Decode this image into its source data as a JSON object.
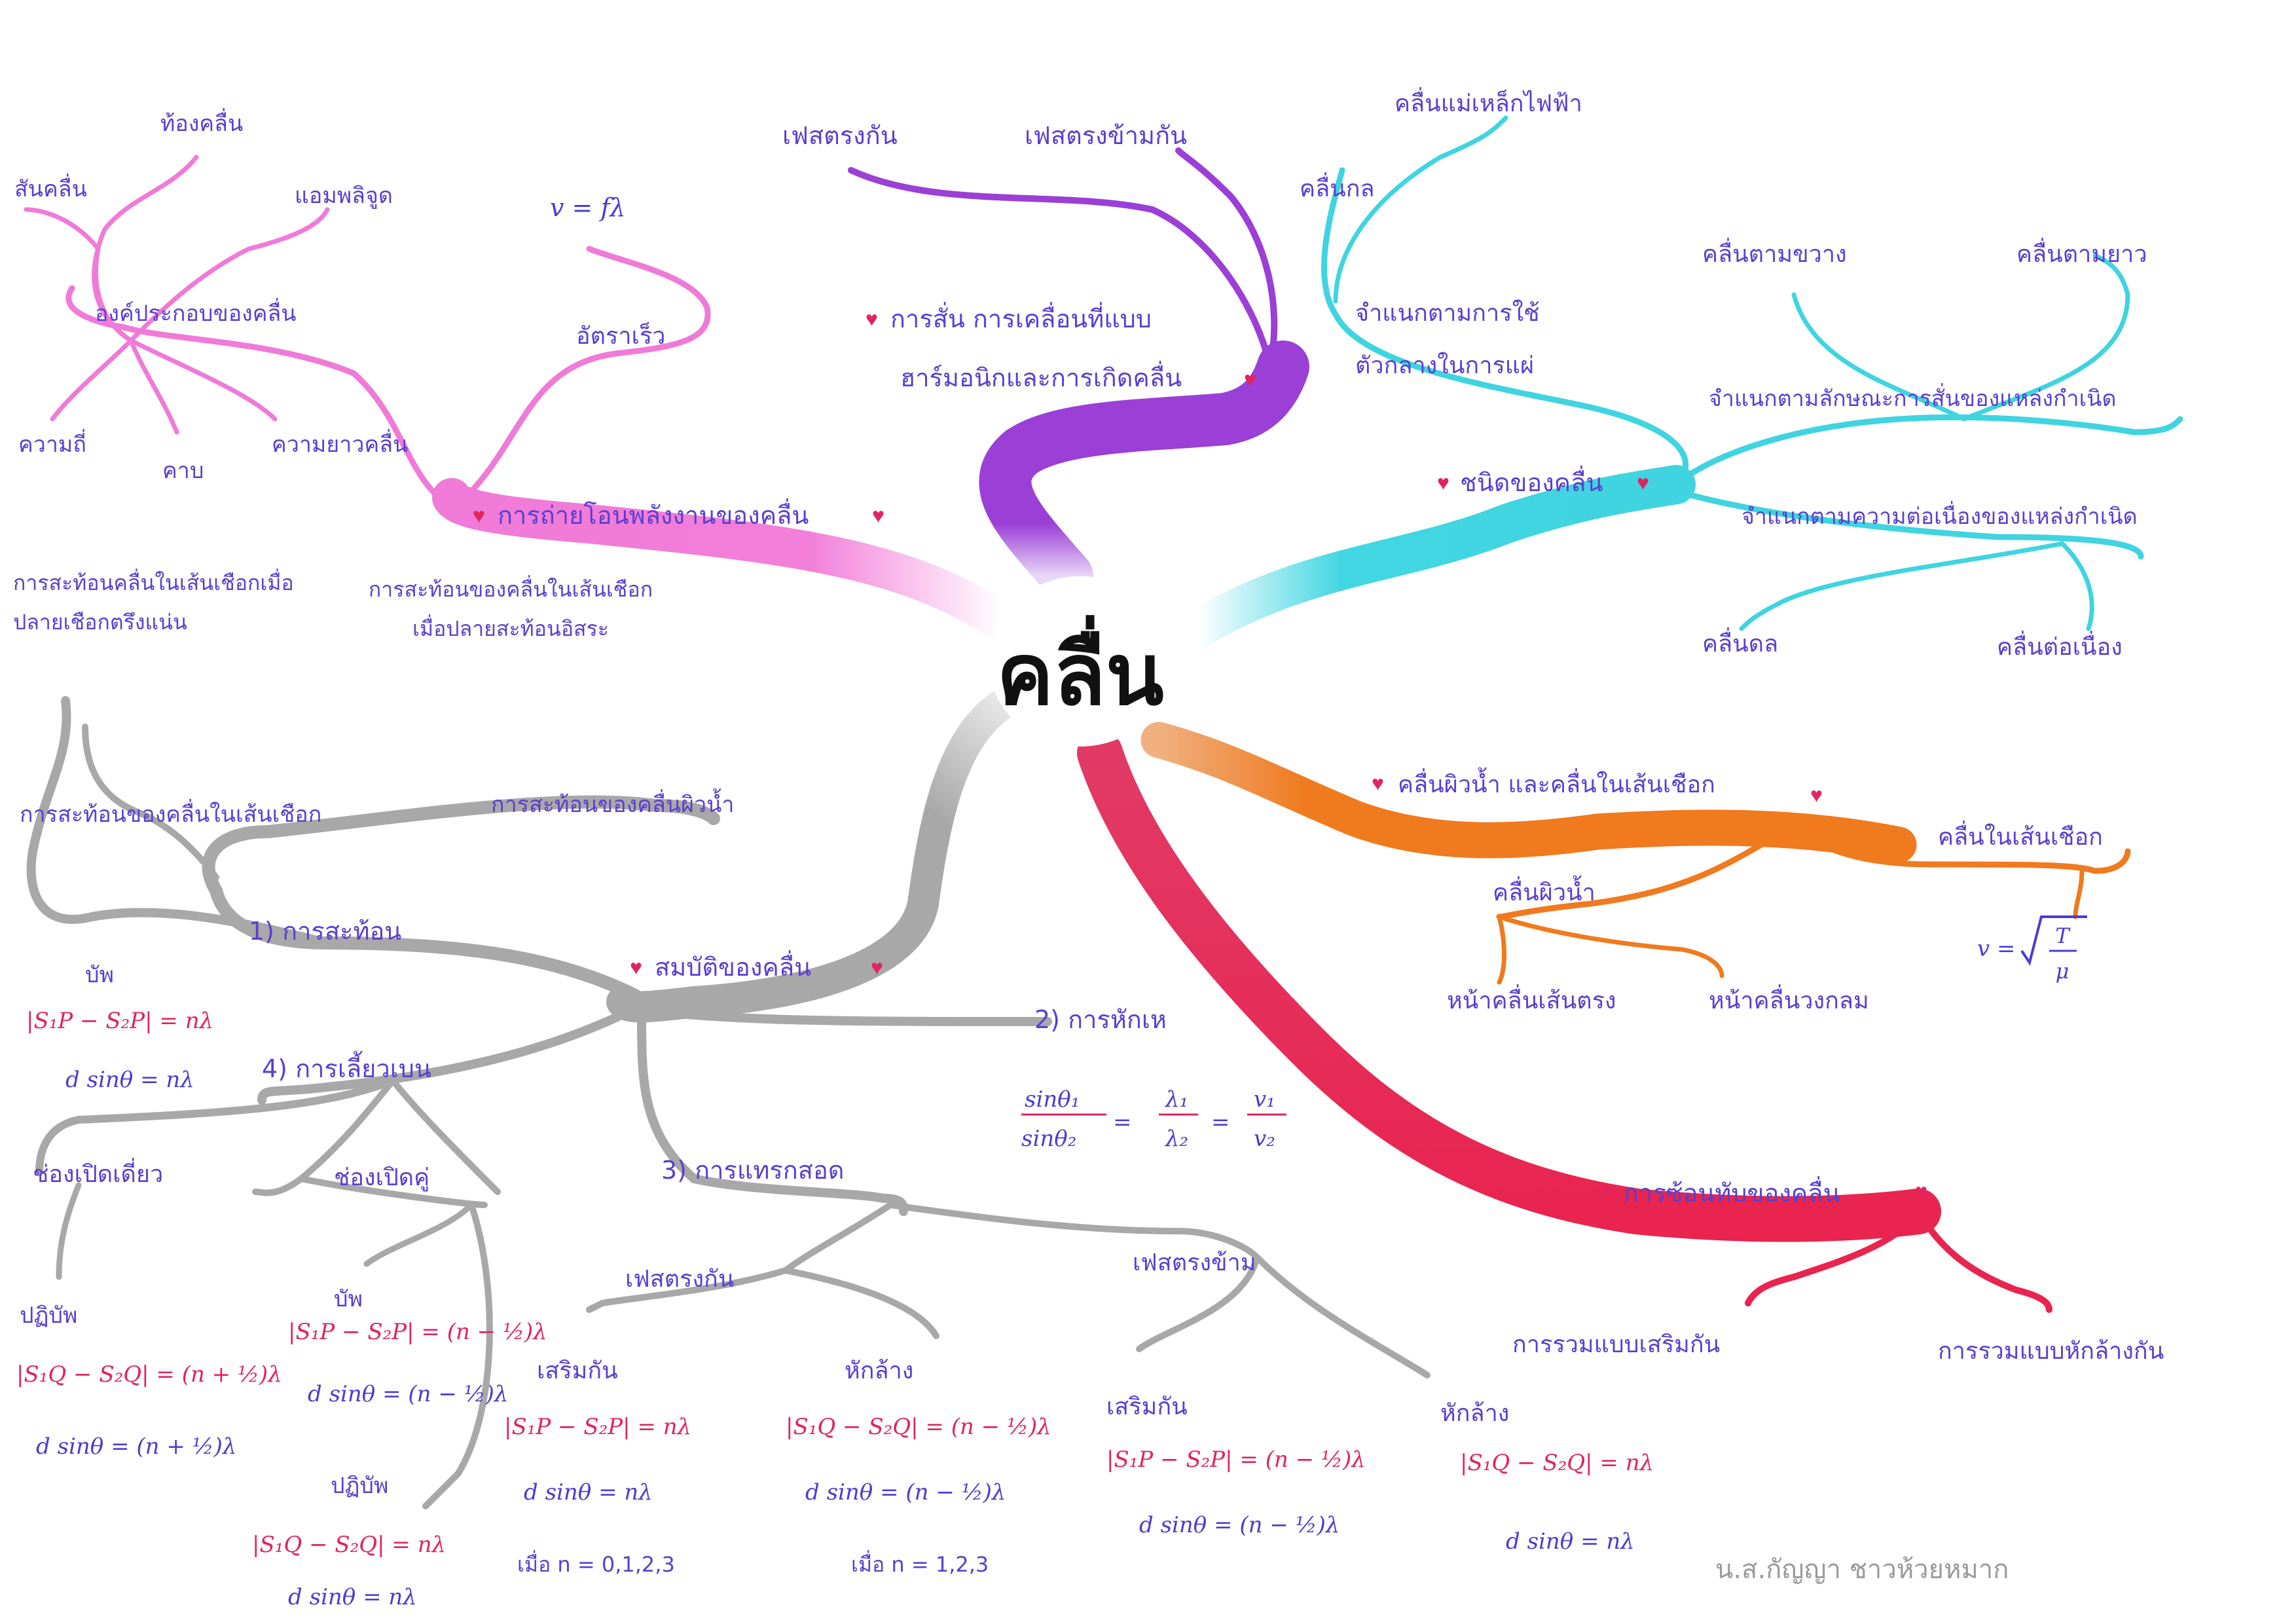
{
  "center": "คลื่น",
  "colors": {
    "pink": "#f07ad8",
    "purple": "#9b3fd6",
    "cyan": "#3fd4e0",
    "orange": "#f07a1e",
    "red": "#e8244f",
    "gray": "#a8a8a8",
    "text": "#5a3fcf",
    "formula_red": "#e0245e"
  },
  "pink": {
    "main": "การถ่ายโอนพลังงานของคลื่น",
    "sub1": "องค์ประกอบของคลื่น",
    "sub1_items": [
      "สันคลื่น",
      "ท้องคลื่น",
      "แอมพลิจูด",
      "คาบ",
      "ความถี่",
      "ความยาวคลื่น"
    ],
    "sub2": "อัตราเร็ว",
    "formula": "v = fλ"
  },
  "purple": {
    "main_line1": "การสั่น การเคลื่อนที่แบบ",
    "main_line2": "ฮาร์มอนิกและการเกิดคลื่น",
    "items": [
      "เฟสตรงกัน",
      "เฟสตรงข้ามกัน"
    ]
  },
  "cyan": {
    "main": "ชนิดของคลื่น",
    "cat1_line1": "จำแนกตามการใช้",
    "cat1_line2": "ตัวกลางในการแผ่",
    "cat1_items": [
      "คลื่นแม่เหล็กไฟฟ้า",
      "คลื่นกล"
    ],
    "cat2": "จำแนกตามลักษณะการสั่นของแหล่งกำเนิด",
    "cat2_items": [
      "คลื่นตามขวาง",
      "คลื่นตามยาว"
    ],
    "cat3": "จำแนกตามความต่อเนื่องของแหล่งกำเนิด",
    "cat3_items": [
      "คลื่นดล",
      "คลื่นต่อเนื่อง"
    ]
  },
  "orange": {
    "main": "คลื่นผิวน้ำ และคลื่นในเส้นเชือก",
    "sub1": "คลื่นผิวน้ำ",
    "sub1_items": [
      "หน้าคลื่นเส้นตรง",
      "หน้าคลื่นวงกลม"
    ],
    "sub2": "คลื่นในเส้นเชือก",
    "formula_left": "v =",
    "formula_num": "T",
    "formula_den": "μ"
  },
  "red": {
    "main": "การซ้อนทับของคลื่น",
    "items": [
      "การรวมแบบเสริมกัน",
      "การรวมแบบหักล้างกัน"
    ]
  },
  "gray": {
    "main": "สมบัติของคลื่น",
    "reflection": {
      "label": "1) การสะท้อน",
      "items": [
        "การสะท้อนของคลื่นในเส้นเชือก",
        "การสะท้อนของคลื่นผิวน้ำ"
      ],
      "subitems": [
        "การสะท้อนคลื่นในเส้นเชือกเมื่อปลายเชือกตรึงแน่น",
        "การสะท้อนของคลื่นในเส้นเชือกเมื่อปลายสะท้อนอิสระ"
      ]
    },
    "refraction": {
      "label": "2) การหักเห",
      "formula": [
        "sinθ₁",
        "sinθ₂",
        "=",
        "λ₁",
        "λ₂",
        "=",
        "v₁",
        "v₂"
      ]
    },
    "interference": {
      "label": "3) การแทรกสอด",
      "inphase": "เฟสตรงกัน",
      "antiphase": "เฟสตรงข้าม",
      "con1": "เสริมกัน",
      "des1": "หักล้าง",
      "con2": "เสริมกัน",
      "des2": "หักล้าง",
      "f_con1": [
        "|S₁P − S₂P| = nλ",
        "d sinθ = nλ",
        "เมื่อ n = 0,1,2,3"
      ],
      "f_des1": [
        "|S₁Q − S₂Q| = (n − ½)λ",
        "d sinθ = (n − ½)λ",
        "เมื่อ n = 1,2,3"
      ],
      "f_con2": [
        "|S₁P − S₂P| = (n − ½)λ",
        "d sinθ = (n − ½)λ"
      ],
      "f_des2": [
        "|S₁Q − S₂Q| = nλ",
        "d sinθ = nλ"
      ]
    },
    "diffraction": {
      "label": "4) การเลี้ยวเบน",
      "single": "ช่องเปิดเดี่ยว",
      "double": "ช่องเปิดคู่",
      "node1": "บัพ",
      "f_node1": [
        "|S₁P − S₂P| = nλ",
        "d sinθ = nλ"
      ],
      "antinode1": "ปฏิบัพ",
      "f_antinode1": [
        "|S₁Q − S₂Q| = (n + ½)λ",
        "d sinθ = (n + ½)λ"
      ],
      "node2": "บัพ",
      "f_node2": [
        "|S₁P − S₂P| = (n − ½)λ",
        "d sinθ = (n − ½)λ"
      ],
      "antinode2": "ปฏิบัพ",
      "f_antinode2": [
        "|S₁Q − S₂Q| = nλ",
        "d sinθ = nλ"
      ]
    }
  },
  "signature": "น.ส.กัญญา  ชาวห้วยหมาก"
}
